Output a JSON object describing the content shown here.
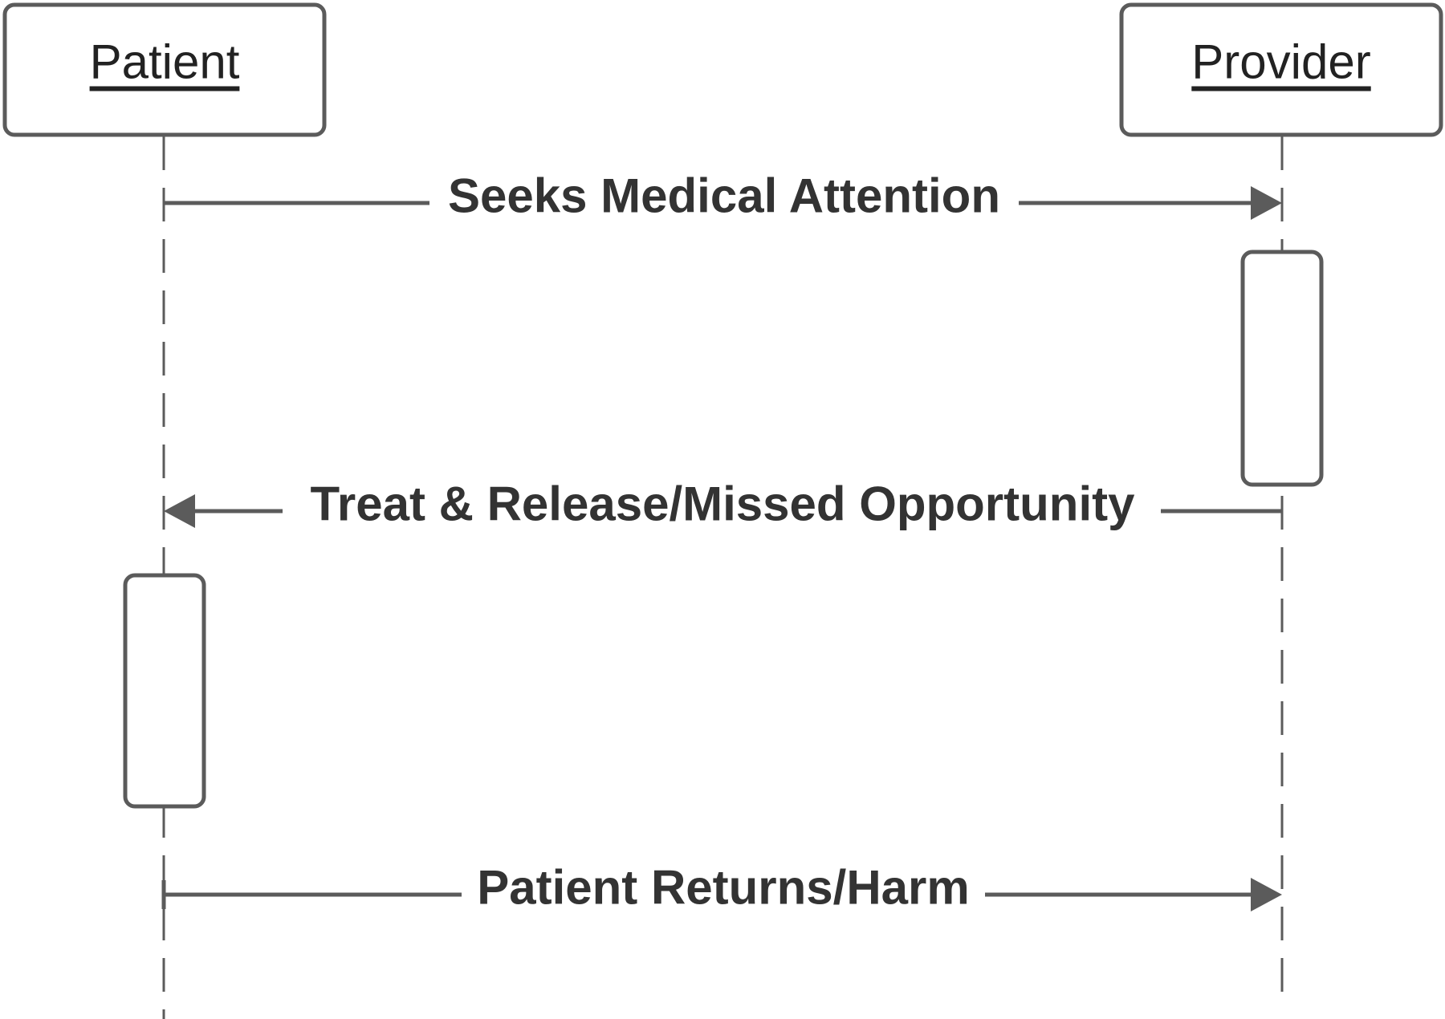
{
  "diagram": {
    "participants": [
      {
        "id": "patient",
        "label": "Patient"
      },
      {
        "id": "provider",
        "label": "Provider"
      }
    ],
    "messages": [
      {
        "label": "Seeks Medical Attention",
        "from": "patient",
        "to": "provider"
      },
      {
        "label": "Treat & Release/Missed Opportunity",
        "from": "provider",
        "to": "patient"
      },
      {
        "label": "Patient Returns/Harm",
        "from": "patient",
        "to": "provider"
      }
    ],
    "colors": {
      "stroke": "#5b5b5b",
      "text": "#333333",
      "background": "#ffffff"
    }
  }
}
